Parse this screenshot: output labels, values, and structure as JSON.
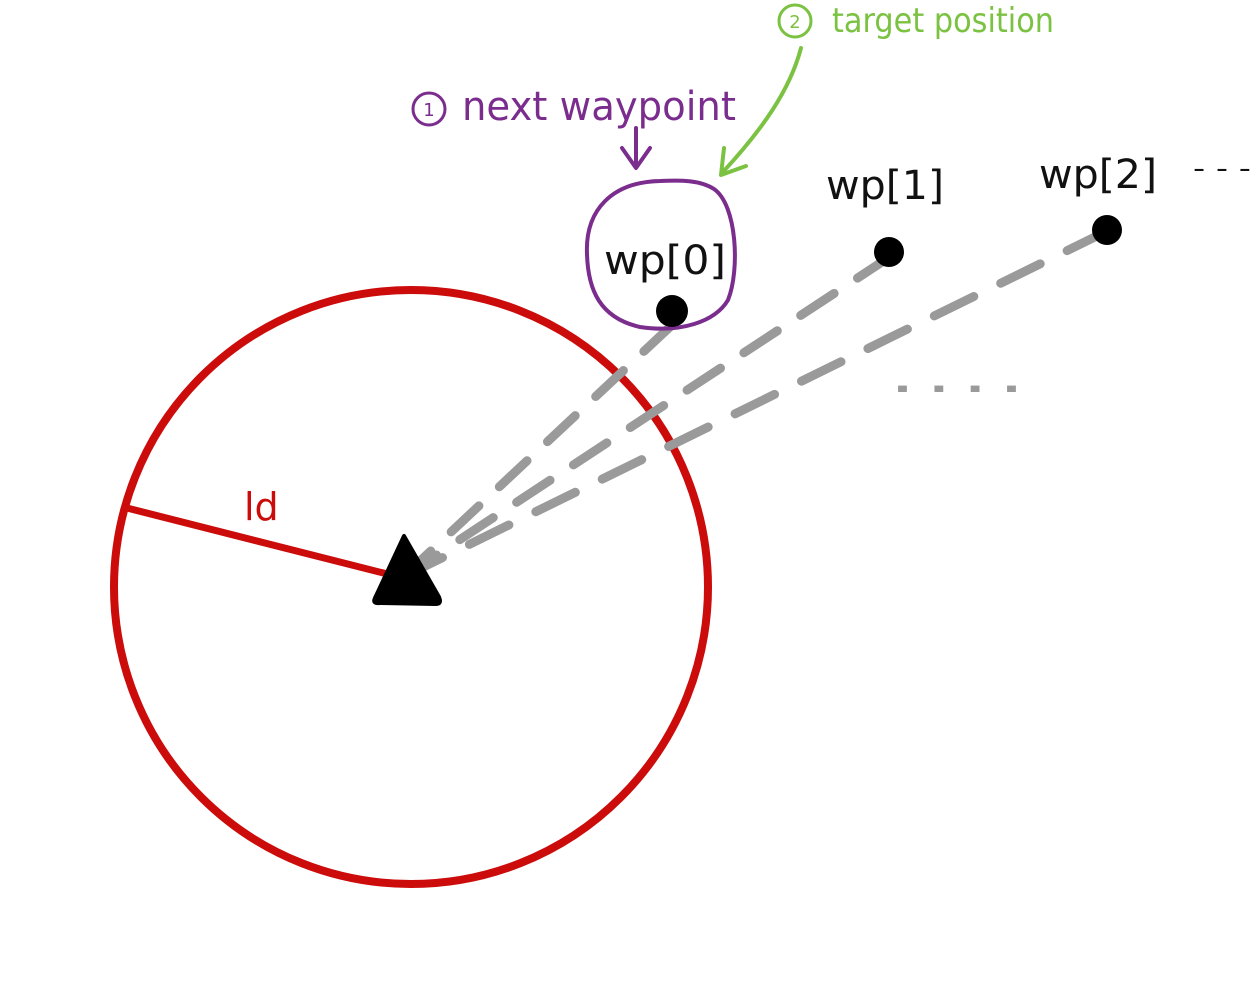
{
  "diagram": {
    "lookahead_label": "ld",
    "annotations": {
      "next_waypoint": {
        "number": "1",
        "text": "next waypoint",
        "color": "#7b2d8e"
      },
      "target_position": {
        "number": "2",
        "text": "target position",
        "color": "#7cc242"
      }
    },
    "waypoints": [
      {
        "label": "wp[0]"
      },
      {
        "label": "wp[1]"
      },
      {
        "label": "wp[2]"
      }
    ],
    "ellipsis_top": "- - -",
    "ellipsis_mid": ". . . .",
    "colors": {
      "circle": "#cc0b0b",
      "path": "#9a9a9a",
      "vehicle": "#000000",
      "waypoint": "#000000"
    }
  }
}
